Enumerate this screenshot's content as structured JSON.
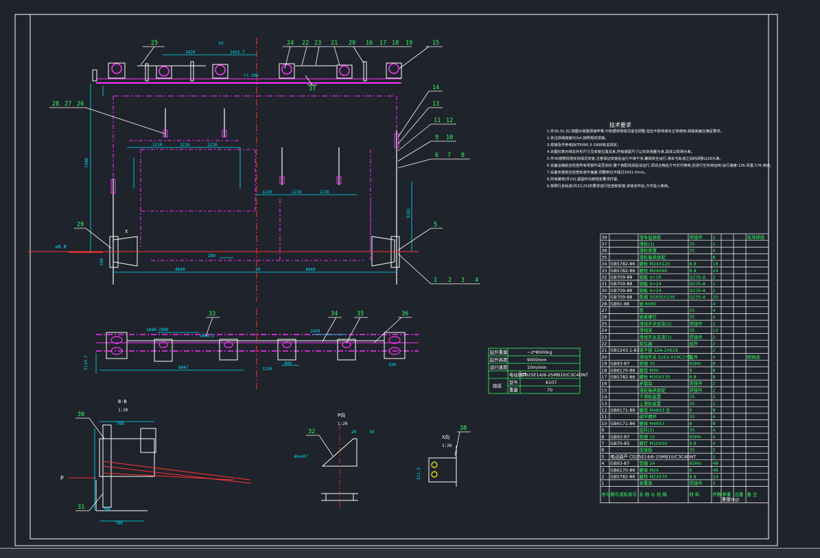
{
  "colors": {
    "background": "#1f232b",
    "frame": "#ffffff",
    "cyan": "#00e5ff",
    "green": "#33ff66",
    "magenta": "#ff33ff",
    "yellow": "#ffff00",
    "red": "#ff3333",
    "white": "#ffffff"
  },
  "elevation": {
    "balloons_top": [
      "25",
      "24",
      "22",
      "23",
      "21",
      "20",
      "16",
      "17",
      "18",
      "19",
      "15"
    ],
    "balloons_left": [
      "28",
      "27",
      "26"
    ],
    "balloons_right": [
      "14",
      "13",
      "11",
      "12",
      "9",
      "10",
      "6",
      "7",
      "8",
      "5"
    ],
    "balloons_bottom_right": [
      "1",
      "2",
      "3",
      "4"
    ],
    "balloon_29": "29",
    "balloon_37": "37",
    "dim_2420": "2420",
    "dim_1422": "1422.7",
    "dim_14": "14",
    "elev_top": "+7.300",
    "elev_zero": "±0.0",
    "dim_7300": "7300",
    "dim_5181": "5181",
    "dim_1210": "1210",
    "dim_4840": "4840",
    "dim_20": "20",
    "dim_280": "280",
    "dim_180": "180",
    "label_x": "X"
  },
  "plan": {
    "balloons": [
      "33",
      "34",
      "35",
      "36"
    ],
    "dim_6047": "6047",
    "dim_2420": "2420",
    "dim_1464": "1464.5",
    "dim_1220": "1220",
    "dim_440": "440",
    "dim_330": "330",
    "dim_2114": "2114.7",
    "dim_1690": "1690~7800"
  },
  "section_bb": {
    "title": "B-B",
    "scale": "1:20",
    "balloons": [
      "30",
      "31"
    ],
    "dim_785": "785",
    "dim_780": "780",
    "dim_280": "280",
    "label_p": "P"
  },
  "view_p": {
    "title": "P向",
    "scale": "1:20",
    "balloon": "32",
    "dim_20": "20",
    "dim_34": "34",
    "dim_45": "40x45°"
  },
  "view_x": {
    "title": "X向",
    "scale": "1:20",
    "balloon": "38",
    "dim_211": "211.5"
  },
  "notes": {
    "title": "技术要求",
    "items": [
      "1.件30,31,32,按图示装置焊接牢靠,可依据现场情况适当调整,但应不影响滑车正常使用,焊缝高度应满足要求。",
      "2.未注焊缝高度均为4,按照规定焊接。",
      "3.焊接及件参考JB/T5000.3-1998有关规定。",
      "4.本图仅表示相关外形尺寸及安装位置关系,所有装配尺寸以实际测量为准,具体以现场为准。",
      "5.件36按照现场实际情况安装,注意保证安装后运行不得干涉,确保安全运行,滑车与轨道之间的间隙以26为准。",
      "6.设备运输前应检查所有零部件是否完好,整个装配完成后试运行,调试合格后方可交付使用,应进行空负荷运转;运行速度:126,吊重:176,用途。",
      "7.设备安装前应检查轨道平面度,调整到位不超过10X1.5mm。",
      "8.所有螺栓(件23),紧固件均按规定要求拧紧。",
      "9.按照行走轨道(件23,25)的要求进行检查和安装,安装完毕后,方可投入使用。"
    ]
  },
  "spec_table": {
    "rows": [
      [
        "起升重量",
        "~2*8000kg"
      ],
      [
        "起升高度",
        "9000mm"
      ],
      [
        "运行速度",
        "10m/min"
      ]
    ],
    "model_row": [
      "规格",
      "电动葫芦",
      "CD25E14/6-25MB10/C3C4DNT"
    ],
    "type_row": [
      "",
      "型号",
      "8107"
    ],
    "speed_row": [
      "",
      "重量",
      "70"
    ],
    "group_label": "组成"
  },
  "bom": {
    "rows": [
      [
        "39",
        "",
        "滑车组装配",
        "焊接件",
        "2",
        "",
        "",
        "现场焊接"
      ],
      [
        "37",
        "",
        "滑轮(3)",
        "35",
        "2",
        "",
        "",
        ""
      ],
      [
        "36",
        "",
        "滑轮装置",
        "35",
        "4",
        "",
        "",
        ""
      ],
      [
        "35",
        "",
        "滑轮轴承装配",
        "",
        "8",
        "",
        "",
        ""
      ],
      [
        "34",
        "GB5782-86",
        "螺栓 M24X120",
        "8.8",
        "16",
        "",
        "",
        ""
      ],
      [
        "33",
        "GB5782-86",
        "螺栓 M24X90",
        "8.8",
        "24",
        "",
        "",
        ""
      ],
      [
        "32",
        "GB709-88",
        "钢板 d=16",
        "Q235-A",
        "2",
        "",
        "",
        ""
      ],
      [
        "31",
        "GB709-88",
        "钢板 d=24",
        "Q235-A",
        "2",
        "",
        "",
        ""
      ],
      [
        "30",
        "GB709-88",
        "钢板 d=24",
        "Q235-A",
        "2",
        "",
        "",
        ""
      ],
      [
        "29",
        "GB709-88",
        "角钢 30X50X100",
        "Q235-A",
        "20",
        "",
        "",
        ""
      ],
      [
        "28",
        "GB91-86",
        "销 8X80",
        "",
        "4",
        "",
        "",
        ""
      ],
      [
        "27",
        "",
        "垫",
        "35",
        "4",
        "",
        "",
        ""
      ],
      [
        "26",
        "",
        "锁紧螺钉",
        "35",
        "4",
        "",
        "",
        ""
      ],
      [
        "25",
        "",
        "滑线开关支架(2)",
        "焊接件",
        "2",
        "",
        "",
        ""
      ],
      [
        "24",
        "",
        "滑线夹",
        "35",
        "10",
        "",
        "",
        ""
      ],
      [
        "23",
        "",
        "滑线开关支架(1)",
        "焊接件",
        "2",
        "",
        "",
        ""
      ],
      [
        "22",
        "",
        "限位器",
        "组件",
        "2",
        "",
        "",
        ""
      ],
      [
        "21",
        "GB1243.1-83",
        "滚子链 32A-2X616",
        "",
        "2",
        "",
        "",
        ""
      ],
      [
        "20",
        "",
        "滑线开关 E2E2-X10C1Y型",
        "组件",
        "4",
        "",
        "",
        "欧姆龙"
      ],
      [
        "19",
        "GB93-87",
        "垫圈 30",
        "65Mn",
        "8",
        "",
        "",
        ""
      ],
      [
        "18",
        "GB6170-86",
        "螺母 M30",
        "8",
        "8",
        "",
        "",
        ""
      ],
      [
        "17",
        "GB5782-86",
        "螺栓 M30X130",
        "8.8",
        "8",
        "",
        "",
        ""
      ],
      [
        "16",
        "",
        "承载梁",
        "焊接件",
        "2",
        "",
        "",
        ""
      ],
      [
        "15",
        "",
        "滑轮轴承装配",
        "焊接件",
        "2",
        "",
        "",
        ""
      ],
      [
        "14",
        "",
        "下滑轮装置",
        "35",
        "2",
        "",
        "",
        ""
      ],
      [
        "13",
        "",
        "上滑轮装置",
        "35",
        "2",
        "",
        "",
        ""
      ],
      [
        "12",
        "GB6171-86",
        "螺母 M48X3 左",
        "8",
        "8",
        "",
        "",
        ""
      ],
      [
        "11",
        "",
        "调节螺杆",
        "35",
        "4",
        "",
        "",
        ""
      ],
      [
        "10",
        "GB6171-86",
        "螺母 M48X3",
        "8",
        "8",
        "",
        "",
        ""
      ],
      [
        "9",
        "",
        "连杆(2)",
        "35",
        "4",
        "",
        "",
        ""
      ],
      [
        "8",
        "GB93-87",
        "垫圈 10",
        "65Mn",
        "4",
        "",
        "",
        ""
      ],
      [
        "7",
        "GB70-85",
        "螺钉 M10X50",
        "8.8",
        "4",
        "",
        "",
        ""
      ],
      [
        "6",
        "",
        "连接板",
        "35",
        "2",
        "",
        "",
        ""
      ],
      [
        "5",
        "电动葫芦 CD25E14/6-25MB10/C3C4DNT",
        "",
        "",
        "2",
        "",
        "",
        ""
      ],
      [
        "4",
        "GB93-87",
        "垫圈 24",
        "65Mn",
        "48",
        "",
        "",
        ""
      ],
      [
        "3",
        "GB6170-86",
        "螺母 M24",
        "8",
        "48",
        "",
        "",
        ""
      ],
      [
        "2",
        "GB5782-86",
        "螺栓 M24X70",
        "8.8",
        "24",
        "",
        "",
        ""
      ],
      [
        "1",
        "",
        "承重梁",
        "焊接件",
        "2",
        "",
        "",
        ""
      ]
    ],
    "header": [
      "序号",
      "图号或标准号",
      "名 称 与 规 格",
      "材  料",
      "件数",
      "单重",
      "总重",
      "备  注"
    ],
    "weight_label": "重量(kg)"
  }
}
